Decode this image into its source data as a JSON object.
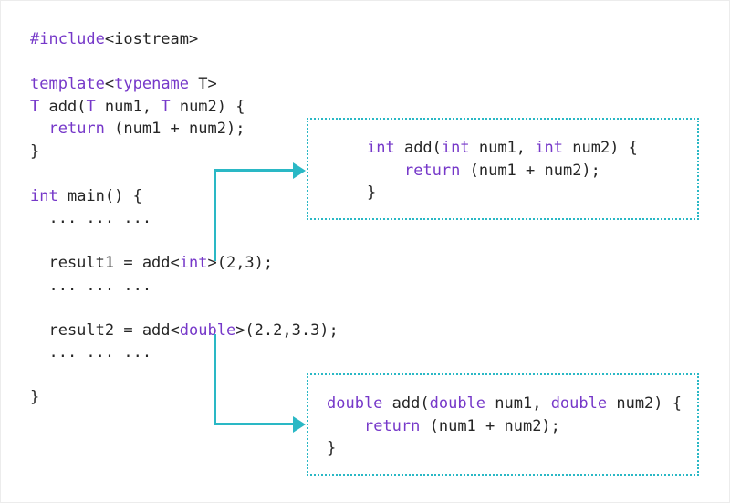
{
  "colors": {
    "keyword_purple": "#7638c9",
    "code_text": "#262626",
    "accent_teal": "#2ab8c5",
    "background": "#ffffff"
  },
  "main_code": {
    "lines": [
      {
        "tokens": [
          {
            "t": "#include",
            "kw": true
          },
          {
            "t": "<iostream>"
          }
        ]
      },
      {
        "tokens": []
      },
      {
        "tokens": [
          {
            "t": "template",
            "kw": true
          },
          {
            "t": "<"
          },
          {
            "t": "typename",
            "kw": true
          },
          {
            "t": " T>"
          }
        ]
      },
      {
        "tokens": [
          {
            "t": "T",
            "kw": true
          },
          {
            "t": " add("
          },
          {
            "t": "T",
            "kw": true
          },
          {
            "t": " num1, "
          },
          {
            "t": "T",
            "kw": true
          },
          {
            "t": " num2) {"
          }
        ]
      },
      {
        "tokens": [
          {
            "t": "  "
          },
          {
            "t": "return",
            "kw": true
          },
          {
            "t": " (num1 + num2);"
          }
        ]
      },
      {
        "tokens": [
          {
            "t": "}"
          }
        ]
      },
      {
        "tokens": []
      },
      {
        "tokens": [
          {
            "t": "int",
            "kw": true
          },
          {
            "t": " main() {"
          }
        ]
      },
      {
        "tokens": [
          {
            "t": "  ... ... ..."
          }
        ]
      },
      {
        "tokens": []
      },
      {
        "tokens": [
          {
            "t": "  result1 = add<"
          },
          {
            "t": "int",
            "kw": true
          },
          {
            "t": ">(2,3);"
          }
        ]
      },
      {
        "tokens": [
          {
            "t": "  ... ... ..."
          }
        ]
      },
      {
        "tokens": []
      },
      {
        "tokens": [
          {
            "t": "  result2 = add<"
          },
          {
            "t": "double",
            "kw": true
          },
          {
            "t": ">(2.2,3.3);"
          }
        ]
      },
      {
        "tokens": [
          {
            "t": "  ... ... ..."
          }
        ]
      },
      {
        "tokens": []
      },
      {
        "tokens": [
          {
            "t": "}"
          }
        ]
      }
    ]
  },
  "int_box": {
    "lines": [
      {
        "tokens": [
          {
            "t": "int",
            "kw": true
          },
          {
            "t": " add("
          },
          {
            "t": "int",
            "kw": true
          },
          {
            "t": " num1, "
          },
          {
            "t": "int",
            "kw": true
          },
          {
            "t": " num2) {"
          }
        ]
      },
      {
        "tokens": [
          {
            "t": "    "
          },
          {
            "t": "return",
            "kw": true
          },
          {
            "t": " (num1 + num2);"
          }
        ]
      },
      {
        "tokens": [
          {
            "t": "}"
          }
        ]
      }
    ]
  },
  "double_box": {
    "lines": [
      {
        "tokens": [
          {
            "t": "double",
            "kw": true
          },
          {
            "t": " add("
          },
          {
            "t": "double",
            "kw": true
          },
          {
            "t": " num1, "
          },
          {
            "t": "double",
            "kw": true
          },
          {
            "t": " num2) {"
          }
        ]
      },
      {
        "tokens": [
          {
            "t": "    "
          },
          {
            "t": "return",
            "kw": true
          },
          {
            "t": " (num1 + num2);"
          }
        ]
      },
      {
        "tokens": [
          {
            "t": "}"
          }
        ]
      }
    ]
  }
}
